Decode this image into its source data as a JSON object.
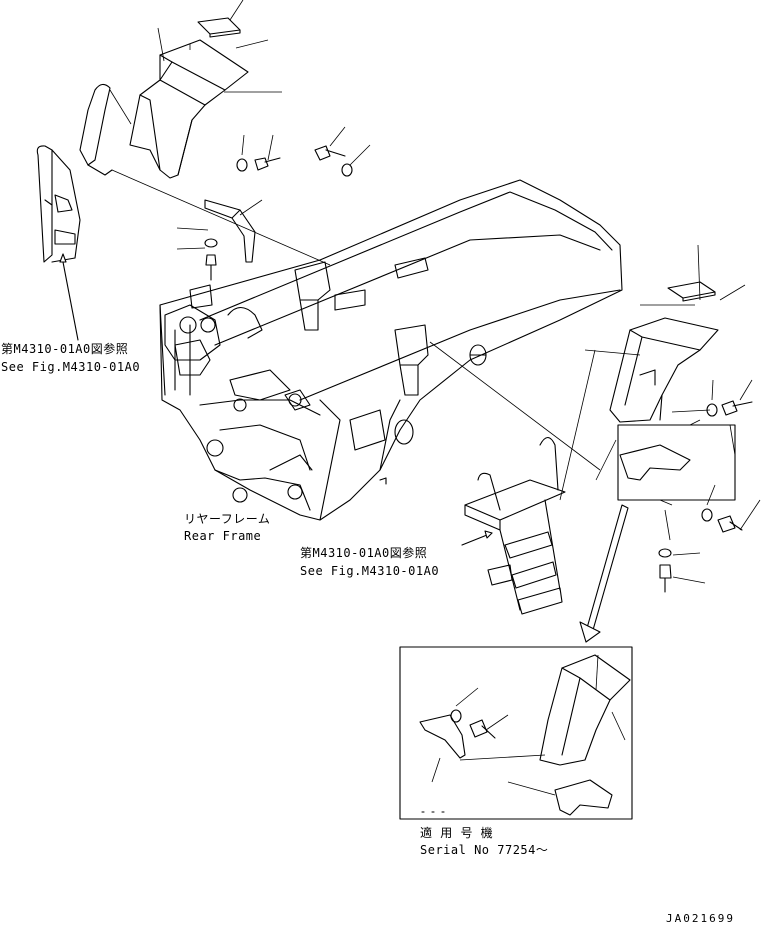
{
  "labels": {
    "ref_left_jp": "第M4310-01A0図参照",
    "ref_left_en": "See Fig.M4310-01A0",
    "rear_frame_jp": "リヤーフレーム",
    "rear_frame_en": "Rear Frame",
    "ref_mid_jp": "第M4310-01A0図参照",
    "ref_mid_en": "See Fig.M4310-01A0",
    "serial_jp": "適 用 号 機",
    "serial_en": "Serial No 77254～",
    "drawing_code": "JA021699"
  }
}
